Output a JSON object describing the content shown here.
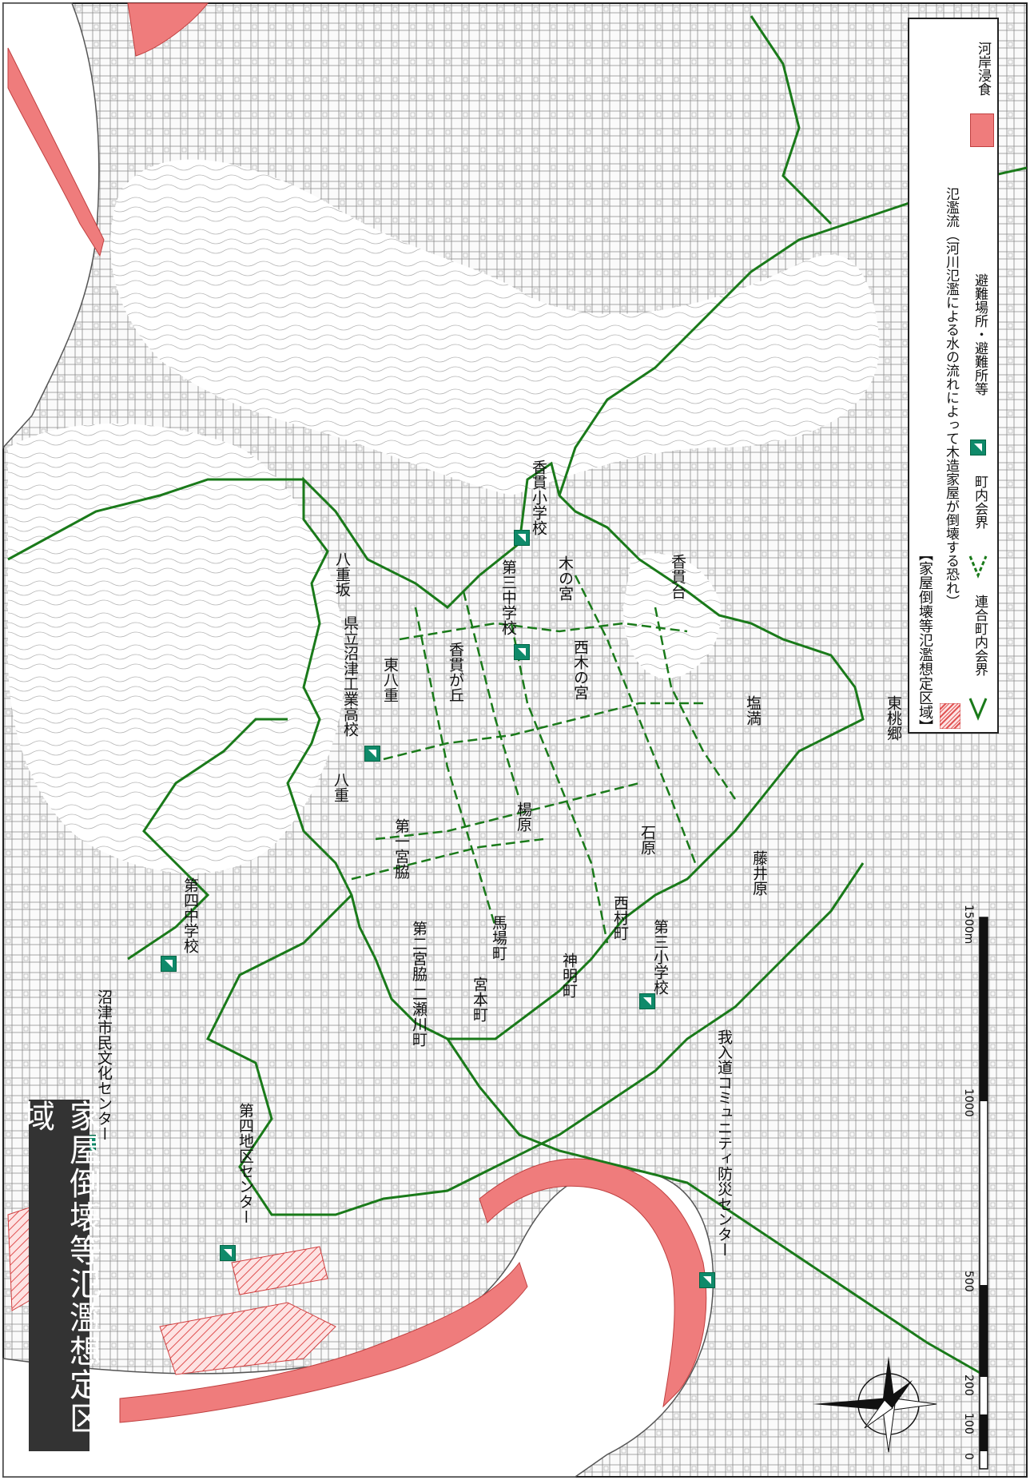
{
  "title": "家屋倒壊等氾濫想定区域",
  "colors": {
    "boundary_green": "#1a7a1a",
    "flood_red": "#ef7c7c",
    "shelter_teal": "#0f8a6a",
    "title_bg": "#333333"
  },
  "legend": {
    "heading": "【家屋倒壊等氾濫想定区域】",
    "items": [
      {
        "icon": "hatch-red-swatch",
        "label": "氾濫流（河川氾濫による水の流れによって木造家屋が倒壊する恐れ）"
      },
      {
        "icon": "solid-red-swatch",
        "label": "河岸浸食"
      },
      {
        "icon": "green-solid-line",
        "label": "連合町内会界"
      },
      {
        "icon": "green-dashed-line",
        "label": "町内会界"
      },
      {
        "icon": "shelter-icon",
        "label": "避難場所・避難所等"
      }
    ]
  },
  "scale": {
    "ticks": [
      "0",
      "100",
      "200",
      "500",
      "1000",
      "1500m"
    ]
  },
  "compass": {
    "icon": "north-arrow-icon"
  },
  "place_labels": [
    "八重坂",
    "県立沼津工業高校",
    "東八重",
    "八重",
    "香貫が丘",
    "第一宮脇",
    "第三中学校",
    "西木の宮",
    "木の宮",
    "香貫小学校",
    "香貫台",
    "塩満",
    "東桃郷",
    "楊原",
    "石原",
    "藤井原",
    "第二宮脇",
    "馬場町",
    "宮本町",
    "二瀬川町",
    "神明町",
    "西村町",
    "第三小学校",
    "第四中学校",
    "沼津市民文化センター",
    "第四地区センター",
    "我入道コミュニティ防災センター"
  ]
}
